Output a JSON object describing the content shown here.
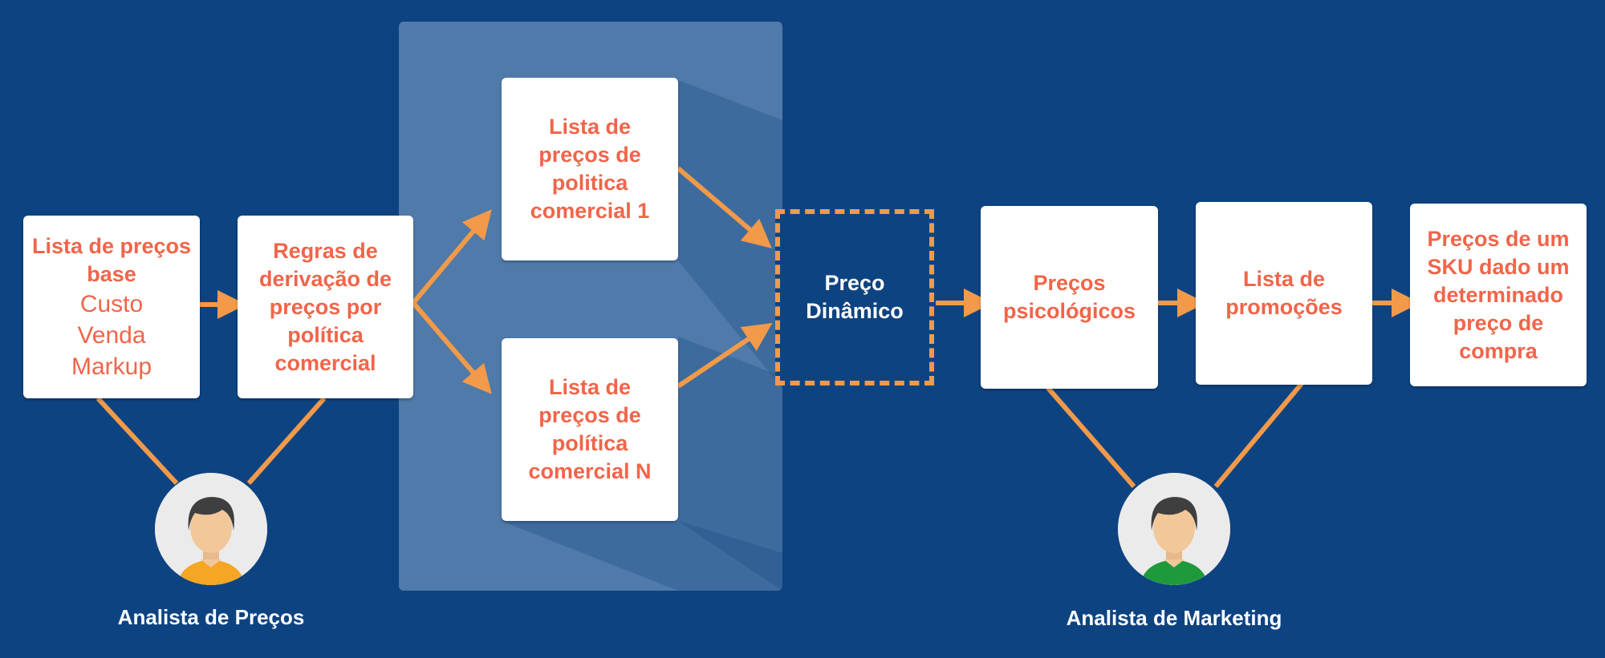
{
  "colors": {
    "background": "#0e4381",
    "panel": "#4f7aa9",
    "box_text": "#f0654a",
    "arrow": "#f29a4a",
    "dynamic_border": "#f29a4a",
    "analyst_precos_shirt": "#f5a623",
    "analyst_marketing_shirt": "#1e9a3c",
    "skin": "#f2c79a",
    "hair": "#3f3f3f"
  },
  "boxes": {
    "base_list": {
      "title": "Lista de preços\nbase",
      "items": [
        "Custo",
        "Venda",
        "Markup"
      ]
    },
    "rules": {
      "title": "Regras  de\nderivação de\npreços por\npolítica\ncomercial"
    },
    "policy_1": {
      "title": "Lista de\npreços de\npolitica\ncomercial 1"
    },
    "policy_n": {
      "title": "Lista de\npreços de\npolítica\ncomercial N"
    },
    "dynamic": {
      "title": "Preço\nDinâmico"
    },
    "psych": {
      "title": "Preços\npsicológicos"
    },
    "promos": {
      "title": "Lista de\npromoções"
    },
    "sku": {
      "title": "Preços de um\nSKU dado um\ndeterminado\npreço de\ncompra"
    }
  },
  "analysts": {
    "precos": {
      "label": "Analista de Preços",
      "icon": "person-avatar-icon"
    },
    "marketing": {
      "label": "Analista de Marketing",
      "icon": "person-avatar-icon"
    }
  }
}
